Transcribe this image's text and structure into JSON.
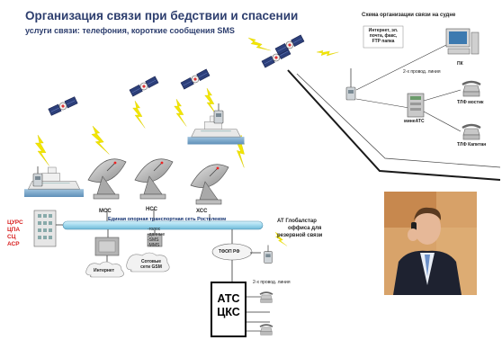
{
  "title": "Организация связи при бедствии и спасении",
  "subtitle": "услуги связи: телефония, короткие сообщения SMS",
  "ship_scheme_title": "Схема организации связи на судне",
  "ship_services": [
    "Интернет, эл.",
    "почта, факс,",
    "FTP папка"
  ],
  "pc_label": "ПК",
  "pair_line_label_top": "2-х провод. линия",
  "pair_line_label_bottom": "2-х провод. линия",
  "mini_ats_label": "минеАТС",
  "phone_bridge_label": "ТЛФ мостик",
  "phone_captain_label": "ТЛФ Капитан",
  "stations": [
    "МСС",
    "НСС",
    "ХСС"
  ],
  "backbone_label": "Единая опорная транспортная сеть Ростелеком",
  "rescue_centers": [
    "ЦУРС",
    "ЦПА",
    "СЦ",
    "АСР"
  ],
  "internet_label": "Интернет",
  "gsm_services": [
    "-голос",
    "-данные",
    "-SMS",
    "-MMS"
  ],
  "gsm_label": [
    "Сотовые",
    "сети GSM"
  ],
  "tfop_label": "ТФОП РФ",
  "globalstar_label": [
    "АТ Глобалстар",
    "оффиса для",
    "резервной связи"
  ],
  "ats_label": [
    "АТС",
    "ЦКС"
  ],
  "colors": {
    "title": "#2d3e6e",
    "rescue_red": "#d81f1f",
    "lightning": "#f2e600",
    "backbone": "#9fd8ee"
  },
  "icons": [
    "satellite-icon",
    "lightning-icon",
    "dish-antenna-icon",
    "ship-icon",
    "terminal-icon",
    "computer-icon",
    "phone-icon",
    "building-icon",
    "cloud-icon",
    "router-icon"
  ]
}
